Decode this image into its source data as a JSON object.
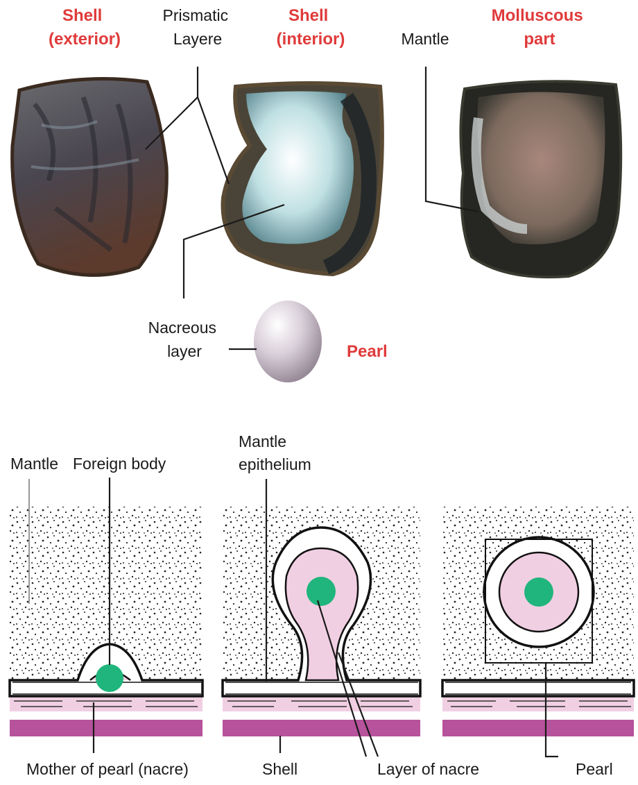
{
  "photos": {
    "shell_exterior_title": [
      "Shell",
      "(exterior)"
    ],
    "prismatic_layer_label": [
      "Prismatic",
      "Layere"
    ],
    "shell_interior_title": [
      "Shell",
      "(interior)"
    ],
    "mantle_label": "Mantle",
    "molluscous_part_title": [
      "Molluscous",
      "part"
    ],
    "nacreous_layer_label": [
      "Nacreous",
      "layer"
    ],
    "pearl_title": "Pearl"
  },
  "stages": {
    "mantle_label": "Mantle",
    "foreign_body_label": "Foreign body",
    "mantle_epithelium_label": [
      "Mantle",
      "epithelium"
    ],
    "mother_of_pearl_label": "Mother of pearl (nacre)",
    "shell_label": "Shell",
    "layer_of_nacre_label": "Layer of nacre",
    "pearl_label": "Pearl"
  },
  "colors": {
    "title_red": "#e03a3a",
    "nacre_pink": "#f1cfe2",
    "shell_magenta": "#b7529c",
    "foreign_body_green": "#1fb57c",
    "label_text": "#1a1a1a"
  }
}
